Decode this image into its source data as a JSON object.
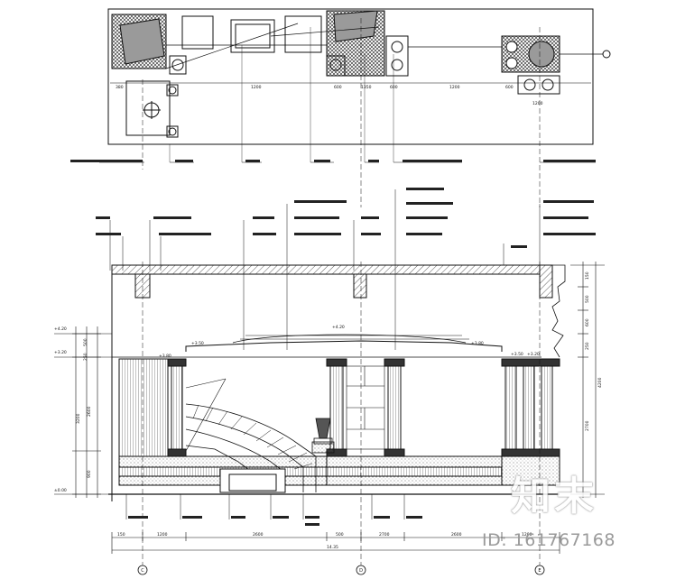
{
  "plan": {
    "dims": [
      "380",
      "1200",
      "600",
      "1200",
      "600",
      "1200",
      "600",
      "1350"
    ]
  },
  "elevation": {
    "levels": [
      "+4.20",
      "+3.20",
      "+3.80",
      "+3.50",
      "+3.80",
      "+3.50",
      "±0.00"
    ],
    "left_dims": [
      "500",
      "250",
      "3200",
      "2600",
      "900"
    ],
    "right_dims": [
      "150",
      "500",
      "600",
      "250",
      "2700",
      "4200"
    ],
    "bottom_dims": [
      "1200",
      "2600",
      "2700",
      "2600",
      "1200",
      "500"
    ],
    "total": "14.35"
  },
  "axes": [
    "C",
    "D",
    "E"
  ],
  "watermark": {
    "logo": "知末",
    "id": "ID: 161767168"
  }
}
